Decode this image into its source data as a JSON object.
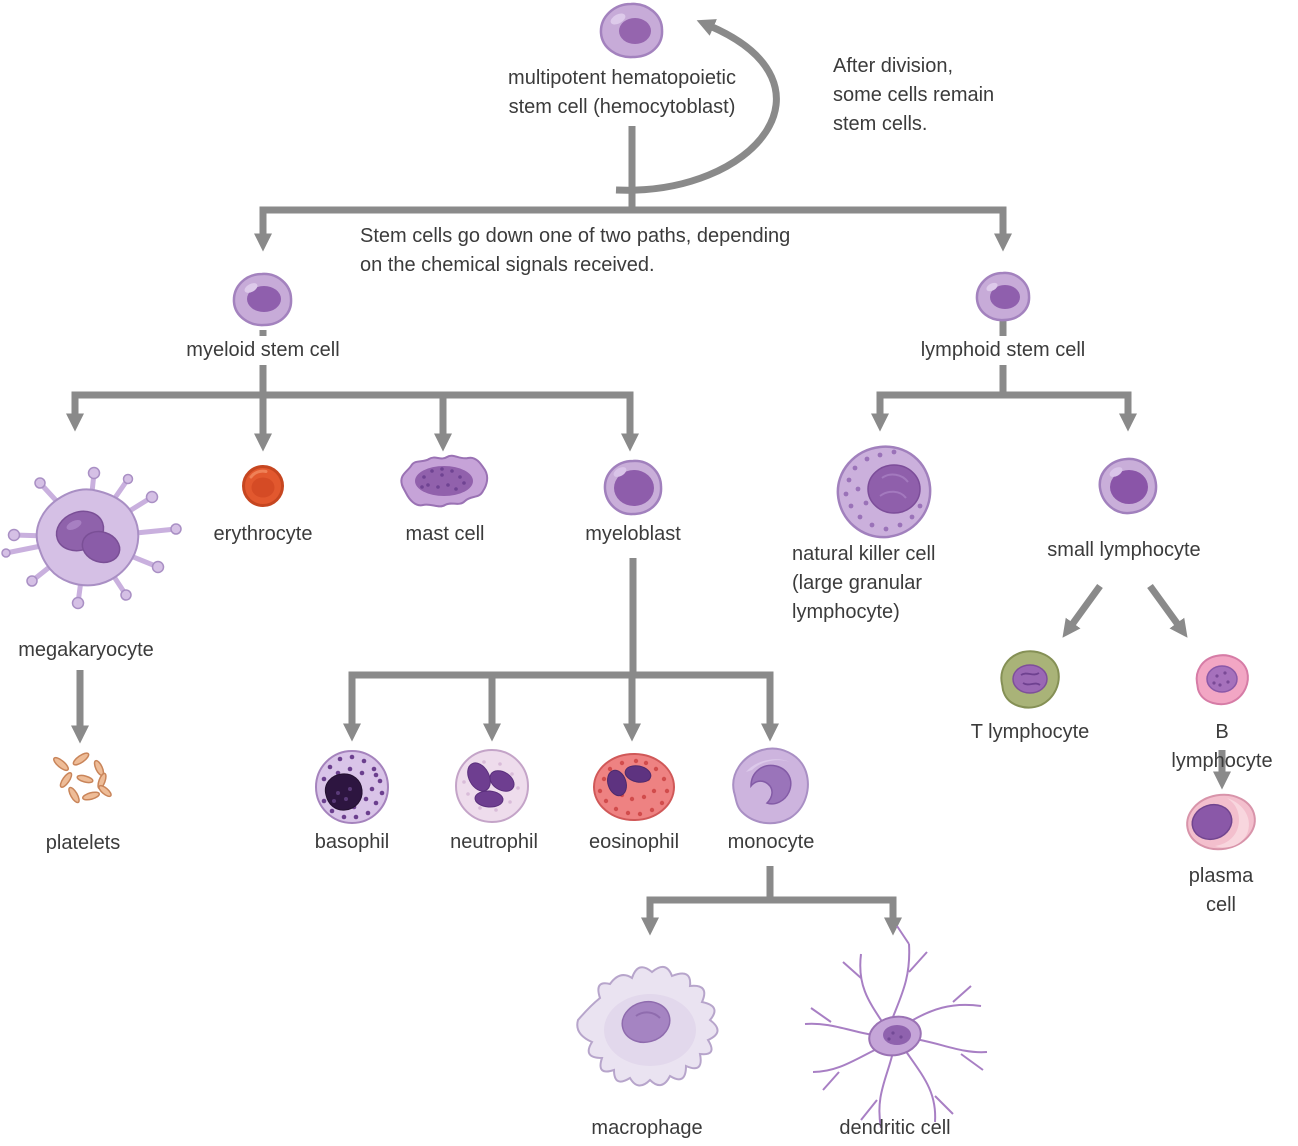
{
  "labels": {
    "hemocytoblast": "multipotent hematopoietic\nstem cell (hemocytoblast)",
    "after_division_note": "After division,\nsome cells remain\nstem cells.",
    "paths_note": "Stem cells go down one of two paths, depending\non the chemical signals received.",
    "myeloid_stem_cell": "myeloid stem cell",
    "lymphoid_stem_cell": "lymphoid stem cell",
    "megakaryocyte": "megakaryocyte",
    "erythrocyte": "erythrocyte",
    "mast_cell": "mast cell",
    "myeloblast": "myeloblast",
    "platelets": "platelets",
    "basophil": "basophil",
    "neutrophil": "neutrophil",
    "eosinophil": "eosinophil",
    "monocyte": "monocyte",
    "macrophage": "macrophage",
    "dendritic_cell": "dendritic cell",
    "natural_killer_cell": "natural killer cell\n(large granular\nlymphocyte)",
    "small_lymphocyte": "small lymphocyte",
    "t_lymphocyte": "T lymphocyte",
    "b_lymphocyte": "B lymphocyte",
    "plasma_cell": "plasma cell"
  },
  "palette": {
    "arrow_gray": "#8a8a8a",
    "text": "#3b3b3b",
    "cell_purple_light": "#c9aed9",
    "cell_purple_nucleus": "#8f5fab",
    "erythrocyte_red": "#e2582e",
    "eosinophil_pink": "#ee8282",
    "basophil_nucleus_dark": "#2d1540",
    "t_lymphocyte_green": "#a9b378",
    "b_lymphocyte_pink": "#f2a6c4",
    "plasma_cell_pink": "#f3bfcd",
    "platelet_tan": "#eebc97",
    "background": "#ffffff"
  }
}
